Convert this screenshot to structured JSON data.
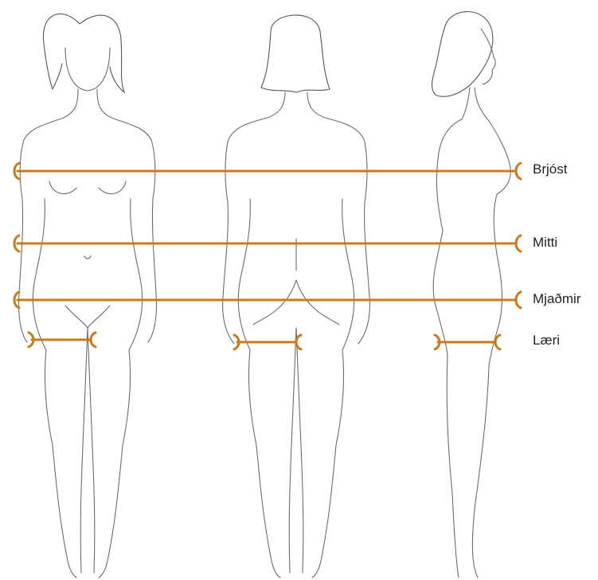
{
  "measurement_color": "#cc7a1a",
  "outline_color": "#6b6b6b",
  "views": [
    "front",
    "back",
    "side"
  ],
  "measurements": [
    {
      "id": "chest",
      "label": "Brjóst"
    },
    {
      "id": "waist",
      "label": "Mitti"
    },
    {
      "id": "hips",
      "label": "Mjaðmir"
    },
    {
      "id": "thigh",
      "label": "Læri"
    }
  ]
}
